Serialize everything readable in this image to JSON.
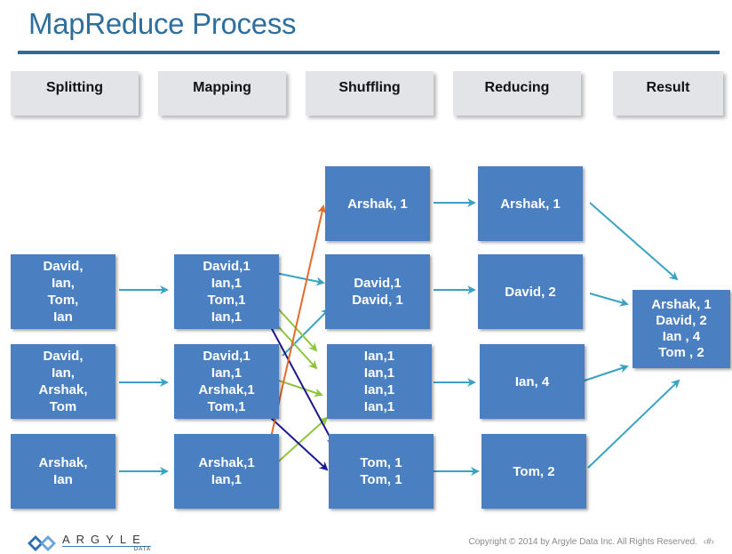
{
  "title": "MapReduce Process",
  "stages": [
    "Splitting",
    "Mapping",
    "Shuffling",
    "Reducing",
    "Result"
  ],
  "splitting": [
    [
      "David,",
      "Ian,",
      "Tom,",
      "Ian"
    ],
    [
      "David,",
      "Ian,",
      "Arshak,",
      "Tom"
    ],
    [
      "Arshak,",
      "Ian"
    ]
  ],
  "mapping": [
    [
      "David,1",
      "Ian,1",
      "Tom,1",
      "Ian,1"
    ],
    [
      "David,1",
      "Ian,1",
      "Arshak,1",
      "Tom,1"
    ],
    [
      "Arshak,1",
      "Ian,1"
    ]
  ],
  "shuffling": [
    [
      "Arshak, 1"
    ],
    [
      "David,1",
      "David, 1"
    ],
    [
      "Ian,1",
      "Ian,1",
      "Ian,1",
      "Ian,1"
    ],
    [
      "Tom, 1",
      "Tom, 1"
    ]
  ],
  "reducing": [
    "Arshak, 1",
    "David, 2",
    "Ian, 4",
    "Tom, 2"
  ],
  "result": [
    "Arshak, 1",
    "David, 2",
    "Ian , 4",
    "Tom , 2"
  ],
  "logo": {
    "word": "ARGYLE",
    "sub": "DATA"
  },
  "copyright": "Copyright © 2014 by Argyle Data Inc. All Rights Reserved.",
  "page_mark": "‹#›",
  "colors": {
    "title": "#2e6f9e",
    "box": "#4a7fc1",
    "arrow_teal": "#3aa3c4",
    "arrow_green": "#8ec63f",
    "arrow_navy": "#1a1a8c",
    "arrow_orange": "#e46b2a"
  }
}
